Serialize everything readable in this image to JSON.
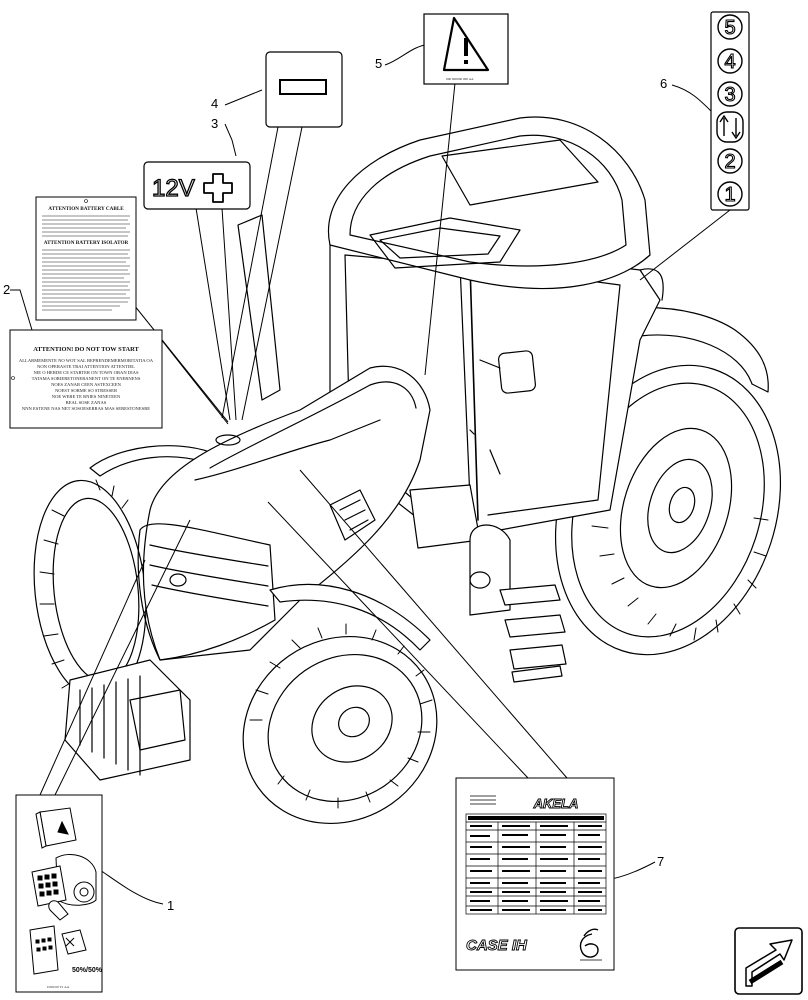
{
  "callouts": [
    {
      "id": "1",
      "label": "1"
    },
    {
      "id": "2",
      "label": "2"
    },
    {
      "id": "3",
      "label": "3"
    },
    {
      "id": "4",
      "label": "4"
    },
    {
      "id": "5",
      "label": "5"
    },
    {
      "id": "6",
      "label": "6"
    },
    {
      "id": "7",
      "label": "7"
    }
  ],
  "decals": {
    "battery_plus": {
      "text": "12V",
      "icon": "plus-icon"
    },
    "battery_minus": {
      "icon": "minus-icon"
    },
    "warning": {
      "icon": "warning-triangle-icon",
      "code": "000 000000 000 AA"
    },
    "gear_strip": {
      "gears": [
        "5",
        "4",
        "3",
        "2",
        "1"
      ],
      "icon": "range-shift-icon"
    },
    "battery_cable": {
      "heading1": "ATTENTION BATTERY CABLE",
      "heading2": "ATTENTION BATTERY ISOLATOR"
    },
    "tow_start": {
      "heading": "ATTENTION! DO NOT TOW START",
      "lines": [
        "ALLARMEMENTE NO WOT SAL REPRENDEMERMORITATIA OA",
        "NON OPERASTE TRAI ATTENTION ATTENTIEL",
        "NIE O HERDE CE STARTER ON TOWN ORAN DIAS",
        "TATAMA SORIERETONERANENT ON TE ENERNENS",
        "NOES ZANAR CEEN ASTEXCEEN",
        "NOEST SORME SO STRESSER",
        "NOE WERE TE RNIES NINETEEN",
        "BEAL SOSE ZANAS",
        "NNN ESTENE NAS NET SOSOESERRAS MAS SERESTONESRE"
      ]
    },
    "operator": {
      "icon": "operator-manual-icon",
      "badge": "50%/50%",
      "code": "0 000 00 V1 AA"
    },
    "akela": {
      "title": "AKELA",
      "brand": "CASE IH",
      "logo": "six-gear-logo"
    }
  },
  "nav": {
    "icon": "next-page-arrow-icon"
  }
}
